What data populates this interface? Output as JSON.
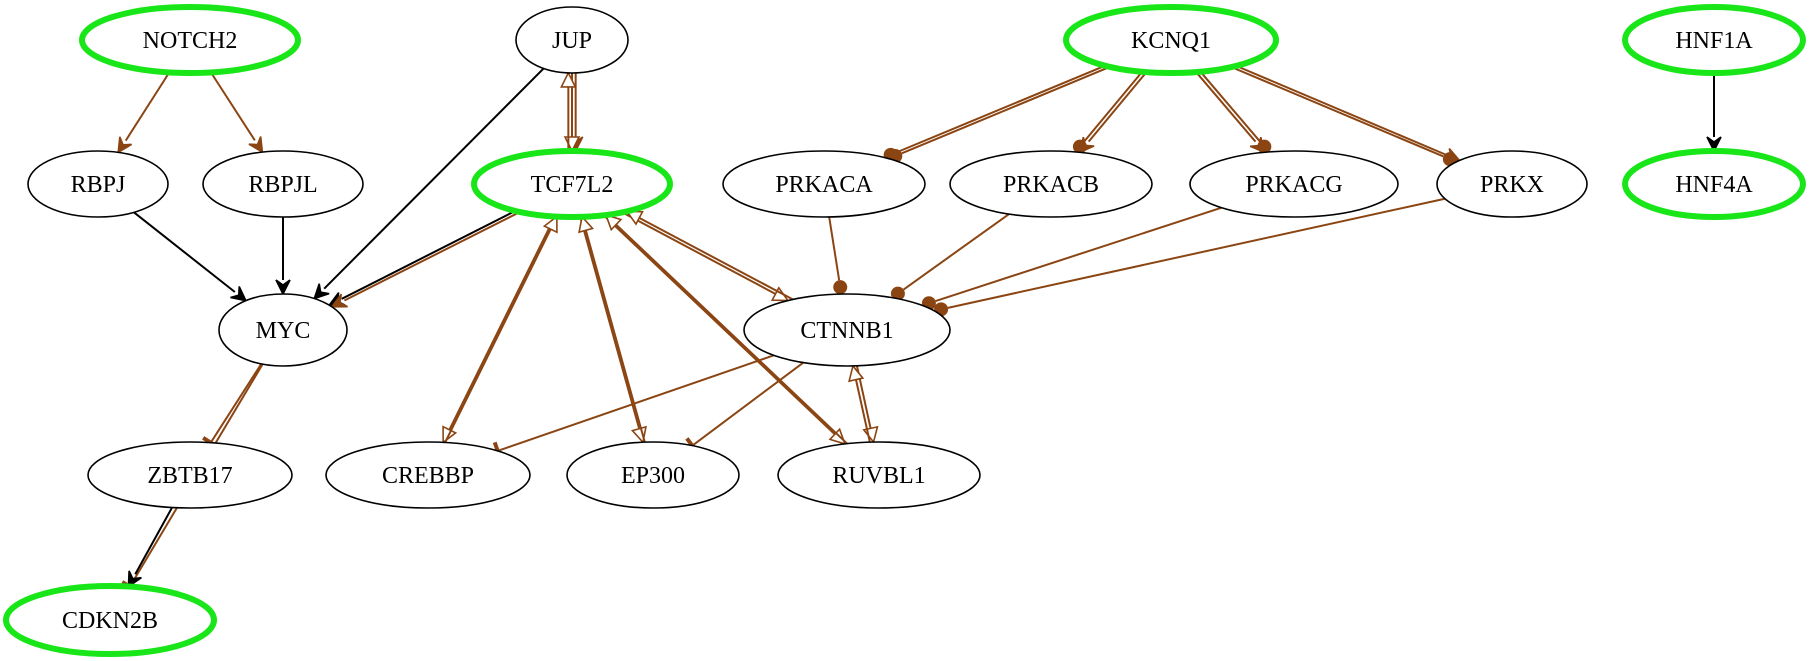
{
  "colors": {
    "seed_border": "#19e619",
    "activation": "#000000",
    "regulation": "#8b4513",
    "myc_fill": "#00ffff",
    "cdkn2b_fill": "#b55cff"
  },
  "nodes": [
    {
      "id": "NOTCH2",
      "label": "NOTCH2",
      "seed": true
    },
    {
      "id": "JUP",
      "label": "JUP"
    },
    {
      "id": "KCNQ1",
      "label": "KCNQ1",
      "seed": true
    },
    {
      "id": "HNF1A",
      "label": "HNF1A",
      "seed": true
    },
    {
      "id": "RBPJ",
      "label": "RBPJ"
    },
    {
      "id": "RBPJL",
      "label": "RBPJL"
    },
    {
      "id": "TCF7L2",
      "label": "TCF7L2",
      "seed": true
    },
    {
      "id": "PRKACA",
      "label": "PRKACA"
    },
    {
      "id": "PRKACB",
      "label": "PRKACB"
    },
    {
      "id": "PRKACG",
      "label": "PRKACG"
    },
    {
      "id": "PRKX",
      "label": "PRKX"
    },
    {
      "id": "HNF4A",
      "label": "HNF4A",
      "seed": true
    },
    {
      "id": "MYC",
      "label": "MYC",
      "fill": "#00ffff"
    },
    {
      "id": "CTNNB1",
      "label": "CTNNB1"
    },
    {
      "id": "ZBTB17",
      "label": "ZBTB17"
    },
    {
      "id": "CREBBP",
      "label": "CREBBP"
    },
    {
      "id": "EP300",
      "label": "EP300"
    },
    {
      "id": "RUVBL1",
      "label": "RUVBL1"
    },
    {
      "id": "CDKN2B",
      "label": "CDKN2B",
      "seed": true,
      "fill": "#b55cff"
    }
  ],
  "edges": [
    {
      "from": "NOTCH2",
      "to": "RBPJ",
      "type": "arrow",
      "color": "#8b4513"
    },
    {
      "from": "NOTCH2",
      "to": "RBPJL",
      "type": "arrow",
      "color": "#8b4513"
    },
    {
      "from": "RBPJ",
      "to": "MYC",
      "type": "arrow",
      "color": "#000000"
    },
    {
      "from": "RBPJL",
      "to": "MYC",
      "type": "arrow",
      "color": "#000000"
    },
    {
      "from": "JUP",
      "to": "MYC",
      "type": "arrow",
      "color": "#000000"
    },
    {
      "from": "JUP",
      "to": "TCF7L2",
      "type": "arrow",
      "color": "#8b4513"
    },
    {
      "from": "JUP",
      "to": "TCF7L2",
      "type": "open",
      "color": "#8b4513"
    },
    {
      "from": "TCF7L2",
      "to": "JUP",
      "type": "open",
      "color": "#8b4513"
    },
    {
      "from": "TCF7L2",
      "to": "MYC",
      "type": "arrow",
      "color": "#000000"
    },
    {
      "from": "TCF7L2",
      "to": "MYC",
      "type": "arrow",
      "color": "#8b4513"
    },
    {
      "from": "TCF7L2",
      "to": "CREBBP",
      "type": "open",
      "color": "#8b4513"
    },
    {
      "from": "CREBBP",
      "to": "TCF7L2",
      "type": "open",
      "color": "#8b4513"
    },
    {
      "from": "TCF7L2",
      "to": "EP300",
      "type": "open",
      "color": "#8b4513"
    },
    {
      "from": "EP300",
      "to": "TCF7L2",
      "type": "open",
      "color": "#8b4513"
    },
    {
      "from": "TCF7L2",
      "to": "RUVBL1",
      "type": "open",
      "color": "#8b4513"
    },
    {
      "from": "RUVBL1",
      "to": "TCF7L2",
      "type": "open",
      "color": "#8b4513"
    },
    {
      "from": "TCF7L2",
      "to": "CTNNB1",
      "type": "open",
      "color": "#8b4513"
    },
    {
      "from": "CTNNB1",
      "to": "TCF7L2",
      "type": "open",
      "color": "#8b4513"
    },
    {
      "from": "KCNQ1",
      "to": "PRKACA",
      "type": "dot",
      "color": "#8b4513"
    },
    {
      "from": "KCNQ1",
      "to": "PRKACA",
      "type": "dot",
      "color": "#8b4513"
    },
    {
      "from": "KCNQ1",
      "to": "PRKACB",
      "type": "arrow",
      "color": "#8b4513"
    },
    {
      "from": "KCNQ1",
      "to": "PRKACB",
      "type": "dot",
      "color": "#8b4513"
    },
    {
      "from": "KCNQ1",
      "to": "PRKACG",
      "type": "dot",
      "color": "#8b4513"
    },
    {
      "from": "KCNQ1",
      "to": "PRKACG",
      "type": "arrow",
      "color": "#8b4513"
    },
    {
      "from": "KCNQ1",
      "to": "PRKX",
      "type": "arrow",
      "color": "#8b4513"
    },
    {
      "from": "KCNQ1",
      "to": "PRKX",
      "type": "dot",
      "color": "#8b4513"
    },
    {
      "from": "PRKACA",
      "to": "CTNNB1",
      "type": "dot",
      "color": "#8b4513"
    },
    {
      "from": "PRKACB",
      "to": "CTNNB1",
      "type": "dot",
      "color": "#8b4513"
    },
    {
      "from": "PRKACG",
      "to": "CTNNB1",
      "type": "dot",
      "color": "#8b4513"
    },
    {
      "from": "PRKX",
      "to": "CTNNB1",
      "type": "dot",
      "color": "#8b4513"
    },
    {
      "from": "HNF1A",
      "to": "HNF4A",
      "type": "arrow",
      "color": "#000000"
    },
    {
      "from": "MYC",
      "to": "ZBTB17",
      "type": "tee",
      "color": "#8b4513"
    },
    {
      "from": "MYC",
      "to": "CDKN2B",
      "type": "tee",
      "color": "#8b4513"
    },
    {
      "from": "ZBTB17",
      "to": "CDKN2B",
      "type": "arrow",
      "color": "#000000"
    },
    {
      "from": "CTNNB1",
      "to": "CREBBP",
      "type": "tee",
      "color": "#8b4513"
    },
    {
      "from": "CTNNB1",
      "to": "EP300",
      "type": "tee",
      "color": "#8b4513"
    },
    {
      "from": "CTNNB1",
      "to": "RUVBL1",
      "type": "open",
      "color": "#8b4513"
    },
    {
      "from": "RUVBL1",
      "to": "CTNNB1",
      "type": "open",
      "color": "#8b4513"
    }
  ]
}
